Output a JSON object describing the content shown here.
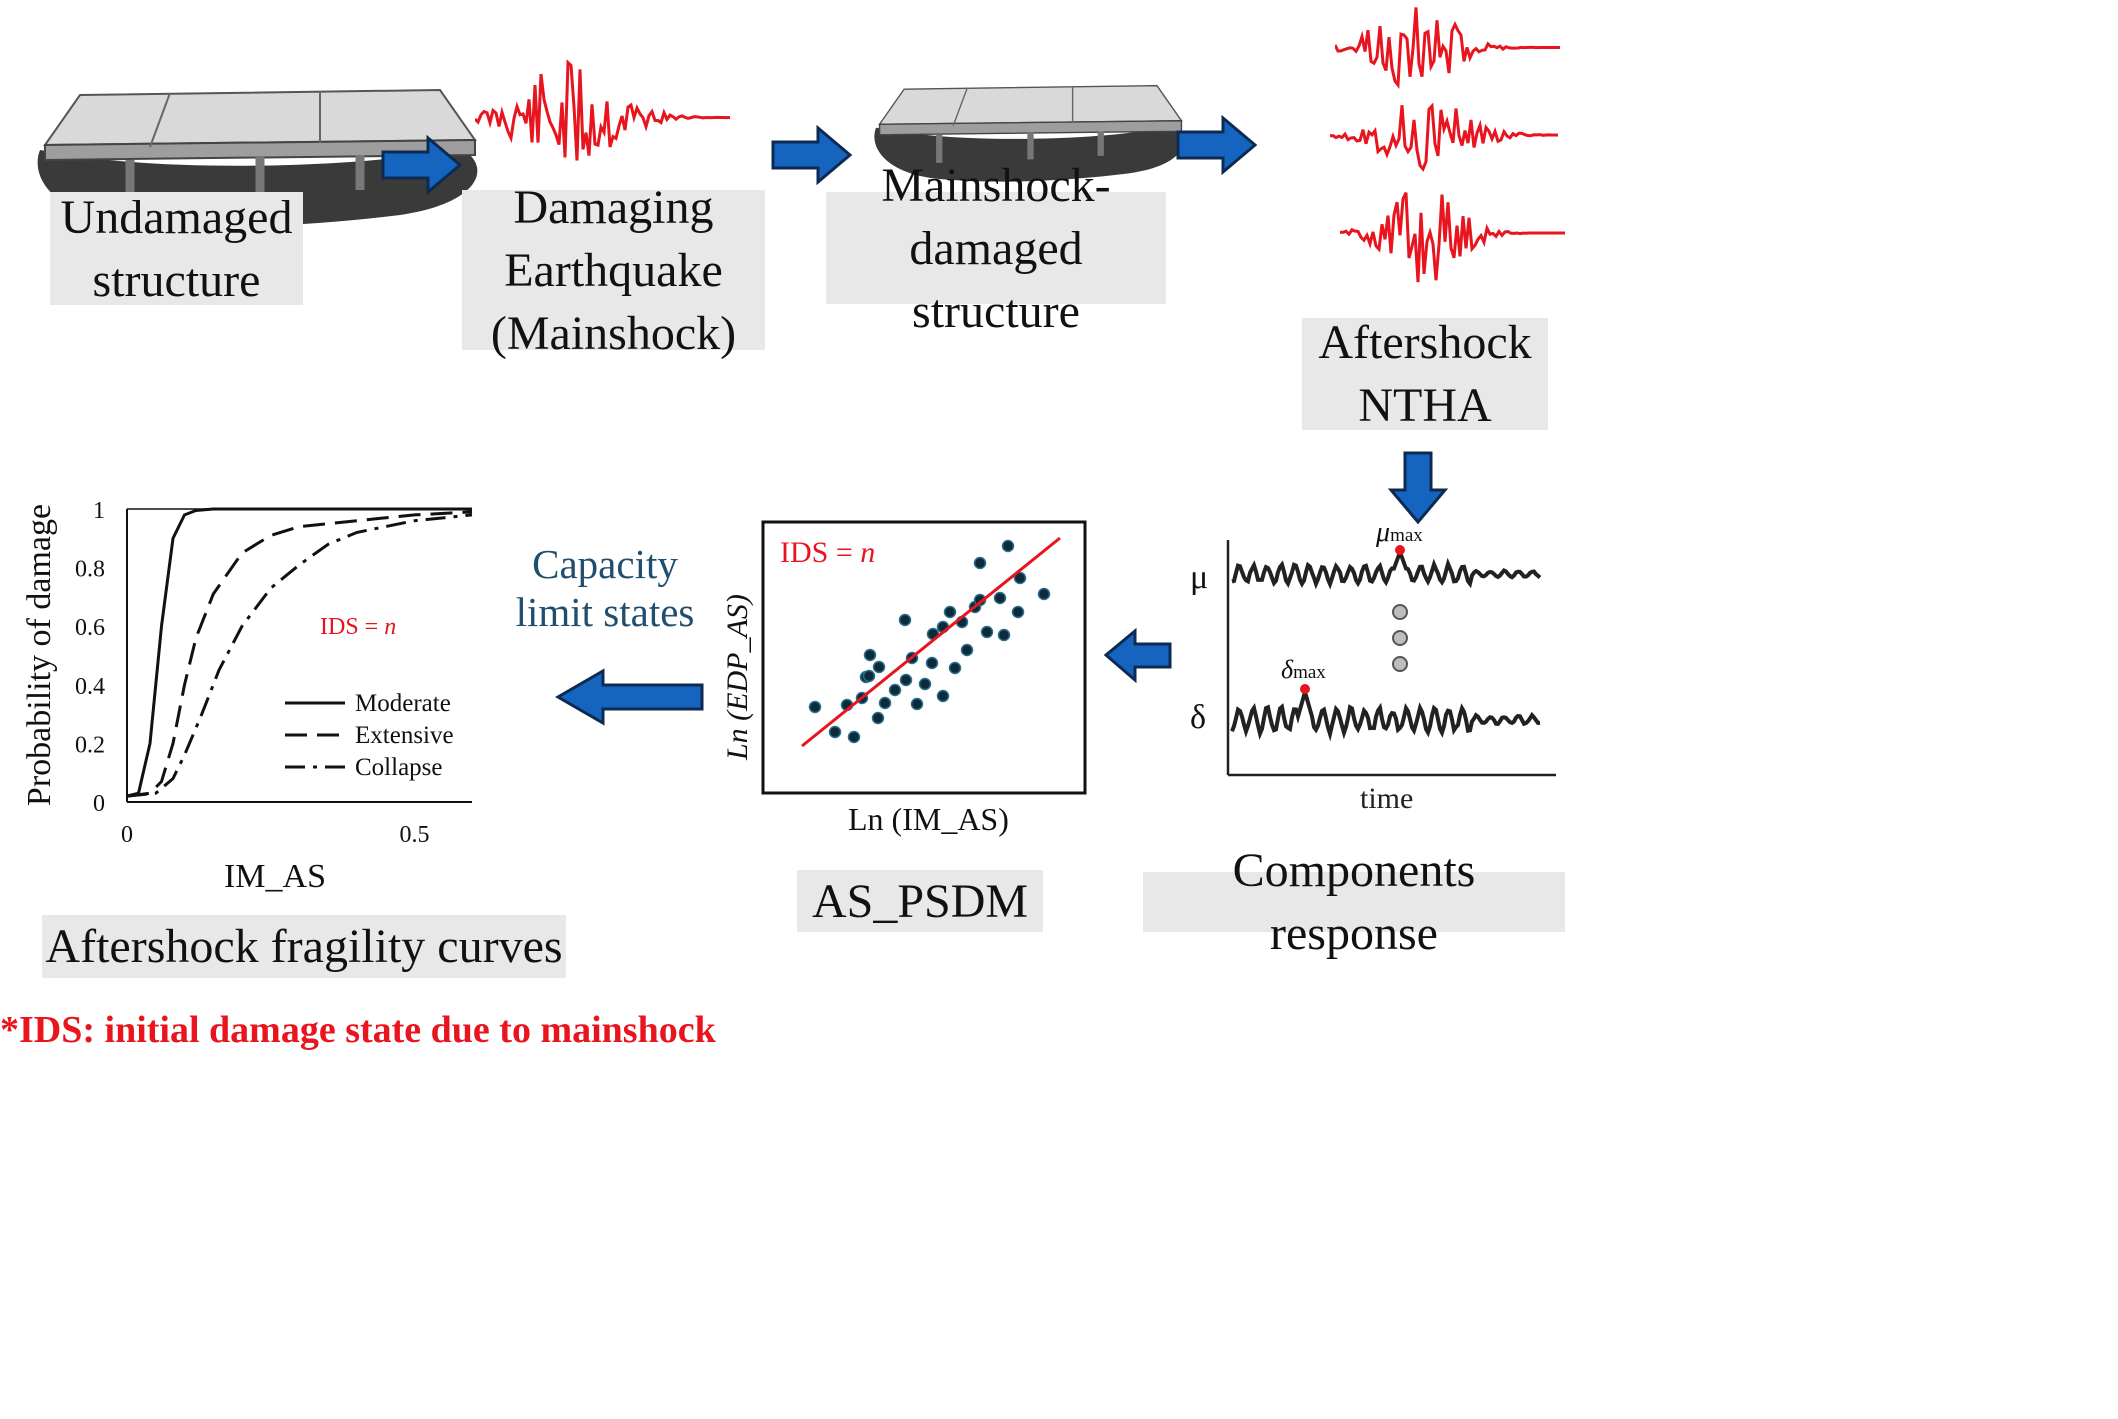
{
  "steps": {
    "undamaged": {
      "line1": "Undamaged",
      "line2": "structure"
    },
    "mainshock": {
      "line1": "Damaging",
      "line2": "Earthquake",
      "line3": "(Mainshock)"
    },
    "damaged": {
      "line1": "Mainshock-",
      "line2": "damaged structure"
    },
    "ntha": {
      "line1": "Aftershock",
      "line2": "NTHA"
    },
    "components": {
      "label": "Components response"
    },
    "psdm": {
      "label": "AS_PSDM"
    },
    "fragility": {
      "label": "Aftershock fragility curves"
    }
  },
  "capacity": {
    "line1": "Capacity",
    "line2": "limit states"
  },
  "response_plot": {
    "mu_symbol": "μ",
    "delta_symbol": "δ",
    "time_label": "time",
    "mu_max_base": "μ",
    "mu_max_sub": "max",
    "delta_max_base": "δ",
    "delta_max_sub": "max"
  },
  "psdm_plot": {
    "ids_prefix": "IDS = ",
    "ids_var": "n",
    "ylabel_prefix": "Ln ",
    "ylabel_italic": "(EDP_AS)",
    "xlabel": "Ln (IM_AS)"
  },
  "footnote": "*IDS: initial damage state due to mainshock",
  "colors": {
    "arrow": "#1565c0",
    "arrow_edge": "#0d2a52",
    "accent_red": "#e8141e",
    "box_bg": "#e8e8e8",
    "capacity_text": "#1f4e6e"
  },
  "chart_data": {
    "type": "line",
    "title": "",
    "annotation": "IDS = n",
    "xlabel": "IM_AS",
    "ylabel": "Probability of damage",
    "xlim": [
      0,
      0.6
    ],
    "ylim": [
      0,
      1
    ],
    "xticks": [
      "0",
      "0.5"
    ],
    "yticks": [
      "0",
      "0.2",
      "0.4",
      "0.6",
      "0.8",
      "1"
    ],
    "legend_position": "bottom-right",
    "grid": false,
    "series": [
      {
        "name": "Moderate",
        "style": "solid",
        "x": [
          0,
          0.02,
          0.04,
          0.06,
          0.08,
          0.1,
          0.12,
          0.15,
          0.2,
          0.3,
          0.6
        ],
        "y": [
          0.02,
          0.03,
          0.2,
          0.6,
          0.9,
          0.98,
          0.995,
          1,
          1,
          1,
          1
        ]
      },
      {
        "name": "Extensive",
        "style": "dashed",
        "x": [
          0,
          0.04,
          0.06,
          0.08,
          0.1,
          0.12,
          0.15,
          0.2,
          0.25,
          0.3,
          0.4,
          0.5,
          0.6
        ],
        "y": [
          0.02,
          0.03,
          0.07,
          0.2,
          0.4,
          0.56,
          0.71,
          0.85,
          0.91,
          0.94,
          0.96,
          0.98,
          0.99
        ]
      },
      {
        "name": "Collapse",
        "style": "dash-dot",
        "x": [
          0,
          0.05,
          0.08,
          0.1,
          0.13,
          0.16,
          0.2,
          0.25,
          0.3,
          0.35,
          0.4,
          0.5,
          0.6
        ],
        "y": [
          0.02,
          0.03,
          0.08,
          0.16,
          0.3,
          0.45,
          0.6,
          0.73,
          0.81,
          0.88,
          0.92,
          0.96,
          0.98
        ]
      }
    ]
  }
}
